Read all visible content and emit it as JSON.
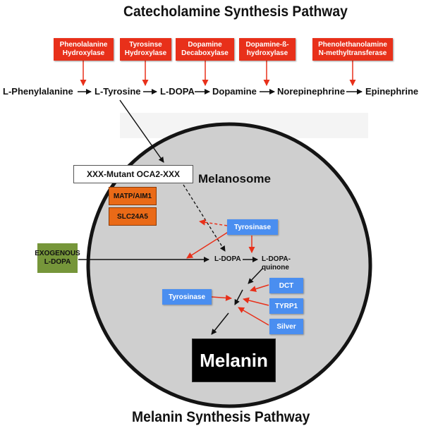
{
  "titles": {
    "top": "Catecholamine Synthesis Pathway",
    "bottom": "Melanin Synthesis Pathway"
  },
  "enzymes": [
    "Phenolalanine\nHydroxylase",
    "Tyrosinse\nHydroxylase",
    "Dopamine\nDecaboxylase",
    "Dopamine-ß-\nhydroxylase",
    "Phenolethanolamine\nN-methyltransferase"
  ],
  "compounds": [
    "L-Phenylalanine",
    "L-Tyrosine",
    "L-DOPA",
    "Dopamine",
    "Norepinephrine",
    "Epinephrine"
  ],
  "melanosome": {
    "label": "Melanosome",
    "mutant": "XXX-Mutant OCA2-XXX",
    "matp": "MATP/AIM1",
    "slc": "SLC24A5",
    "tyrosinase_top": "Tyrosinase",
    "tyrosinase_left": "Tyrosinase",
    "ldopa": "L-DOPA",
    "ldopaquinone": "L-DOPA-\nquinone",
    "dct": "DCT",
    "tyrp1": "TYRP1",
    "silver": "Silver",
    "melanin": "Melanin"
  },
  "exogenous": "EXOGENOUS\nL-DOPA",
  "colors": {
    "enzyme_red": "#e8301a",
    "arrow_red": "#e8301a",
    "blue_box": "#4a8ef0",
    "orange_box": "#ea6a17",
    "green_box": "#76963a",
    "melanosome_fill": "#cfcfcf"
  }
}
